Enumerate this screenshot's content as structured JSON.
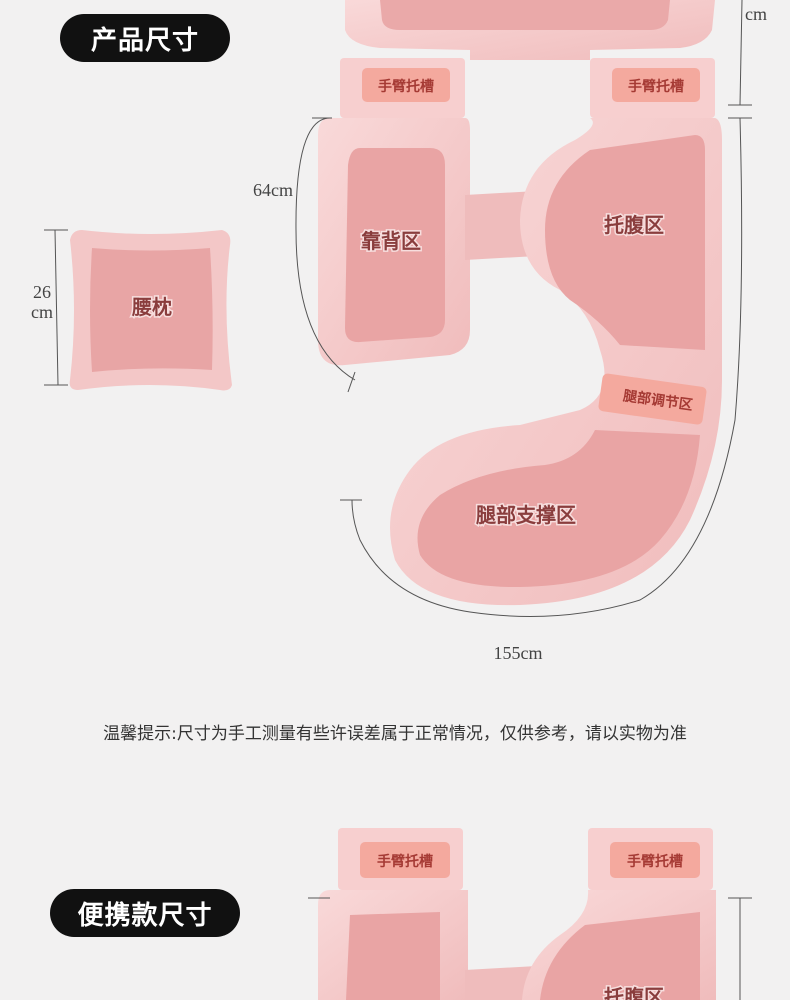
{
  "sections": {
    "product_size": "产品尺寸",
    "portable_size": "便携款尺寸"
  },
  "labels": {
    "arm_slot": "手臂托槽",
    "back_zone": "靠背区",
    "belly_zone": "托腹区",
    "leg_adjust_zone": "腿部调节区",
    "leg_support_zone": "腿部支撑区",
    "lumbar_pillow": "腰枕"
  },
  "dimensions": {
    "top_right_unit": "cm",
    "side": "64cm",
    "pillow_height_value": "26",
    "pillow_height_unit": "cm",
    "bottom": "155cm"
  },
  "note": "温馨提示:尺寸为手工测量有些许误差属于正常情况，仅供参考，请以实物为准",
  "colors": {
    "background": "#f2f1f1",
    "pillow_outer": "#f3c7c7",
    "pillow_inner": "#e8a5a5",
    "slot_fill": "#f6b0a6"
  }
}
